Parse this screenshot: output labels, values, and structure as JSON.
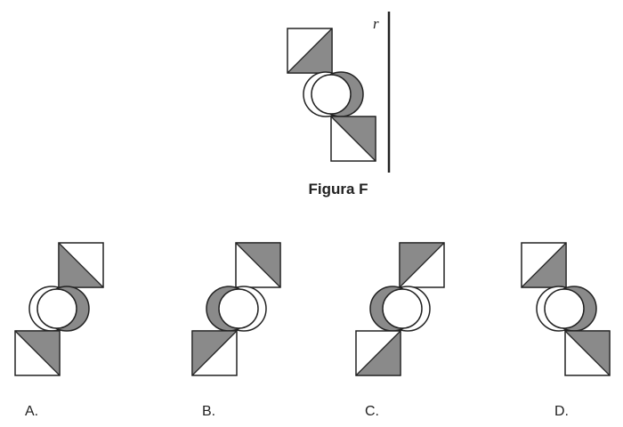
{
  "figure": {
    "caption": "Figura F",
    "axis_label": "r"
  },
  "options": [
    {
      "label": "A."
    },
    {
      "label": "B."
    },
    {
      "label": "C."
    },
    {
      "label": "D."
    }
  ],
  "colors": {
    "stroke": "#222222",
    "shade": "#8a8a8a",
    "paper": "#ffffff"
  }
}
